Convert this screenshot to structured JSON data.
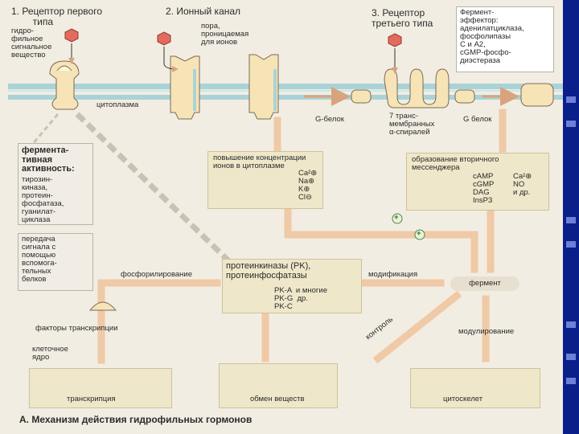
{
  "labels": {
    "receptor1": "1. Рецептор первого\n        типа",
    "ion_channel": "2. Ионный канал",
    "receptor3": "3. Рецептор\nтретьего типа",
    "hydrophilic": "гидро-\nфильное\nсигнальное\nвещество",
    "pore": "пора,\nпроницаемая\nдля ионов",
    "enzyme_effector": "Фермент-\nэффектор:\nаденилатциклаза,\nфосфолипазы\nC и A2,\ncGMP-фосфо-\nдиэстераза",
    "cytoplasm": "цитоплазма",
    "g_protein_left": "G-белок",
    "seven_tm": "7 транс-\nмембранных\nα-спиралей",
    "g_protein_right": "G белок",
    "enzymatic_activity": "фермента-\nтивная\nактивность:",
    "enzyme_list": "тирозин-\nкиназа,\nпротеин-\nфосфатаза,\nгуанилат-\nциклаза",
    "ion_increase": "повышение концентрации\nионов в цитоплазме",
    "ions": "Ca²⊕\nNa⊕\nK⊕\nCl⊖",
    "second_messenger": "образование вторичного\nмессенджера",
    "messengers_a": "cAMP\ncGMP\nDAG\nInsP3",
    "messengers_b": "Ca²⊕\nNO\nи др.",
    "transfer": "передача\nсигнала с\nпомощью\nвспомога-\nтельных\nбелков",
    "phosphorylation": "фосфорилирование",
    "pk_title": "протеинкиназы (PK),\nпротеинфосфатазы",
    "pk_list": "PK-A  и многие\nPK-G  др.\nPK-C",
    "modification": "модификация",
    "enzyme": "фермент",
    "transcription_factors": "факторы транскрипции",
    "cell_nucleus": "клеточное\nядро",
    "control": "контроль",
    "modulation": "модулирование",
    "transcription": "транскрипция",
    "metabolism": "обмен веществ",
    "cytoskeleton": "цитоскелет",
    "caption": "А. Механизм действия гидрофильных гормонов",
    "plus": "+"
  },
  "colors": {
    "membrane": "#a9d3d7",
    "arrow": "#f0c9a6",
    "arrow_edge": "#d9a37e",
    "signal": "#e56a5e",
    "receptor": "#f6e4b7",
    "receptor_edge": "#7a6a55",
    "background": "#f2ede3",
    "accent_bar": "#0b1f8a"
  }
}
